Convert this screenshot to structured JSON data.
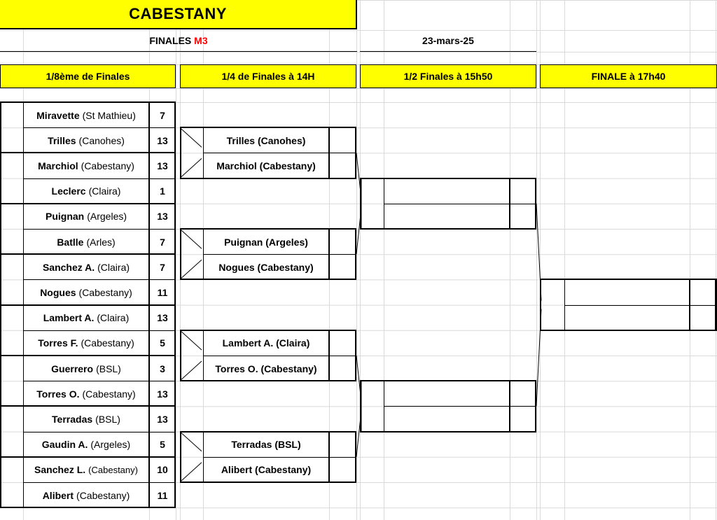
{
  "header": {
    "title": "CABESTANY",
    "subtitle_prefix": "FINALES",
    "subtitle_accent": "M3",
    "date": "23-mars-25",
    "accent_color": "#ff0000",
    "highlight_color": "#ffff00"
  },
  "rounds": [
    {
      "label": "1/8ème de Finales"
    },
    {
      "label": "1/4 de Finales à 14H"
    },
    {
      "label": "1/2 Finales à 15h50"
    },
    {
      "label": "FINALE à 17h40"
    }
  ],
  "round_of_16": [
    {
      "name": "Miravette",
      "club": "(St Mathieu)",
      "score": "7"
    },
    {
      "name": "Trilles",
      "club": "(Canohes)",
      "score": "13"
    },
    {
      "name": "Marchiol",
      "club": "(Cabestany)",
      "score": "13"
    },
    {
      "name": "Leclerc",
      "club": "(Claira)",
      "score": "1"
    },
    {
      "name": "Puignan",
      "club": "(Argeles)",
      "score": "13"
    },
    {
      "name": "Batlle",
      "club": "(Arles)",
      "score": "7"
    },
    {
      "name": "Sanchez A.",
      "club": "(Claira)",
      "score": "7"
    },
    {
      "name": "Nogues",
      "club": "(Cabestany)",
      "score": "11"
    },
    {
      "name": "Lambert A.",
      "club": "(Claira)",
      "score": "13"
    },
    {
      "name": "Torres F.",
      "club": "(Cabestany)",
      "score": "5"
    },
    {
      "name": "Guerrero",
      "club": "(BSL)",
      "score": "3"
    },
    {
      "name": "Torres O.",
      "club": "(Cabestany)",
      "score": "13"
    },
    {
      "name": "Terradas",
      "club": "(BSL)",
      "score": "13"
    },
    {
      "name": "Gaudin A.",
      "club": "(Argeles)",
      "score": "5"
    },
    {
      "name": "Sanchez L.",
      "club": "(Cabestany)",
      "score": "10"
    },
    {
      "name": "Alibert",
      "club": "(Cabestany)",
      "score": "11"
    }
  ],
  "quarter_finals": [
    {
      "name": "Trilles (Canohes)",
      "score": ""
    },
    {
      "name": "Marchiol (Cabestany)",
      "score": ""
    },
    {
      "name": "Puignan (Argeles)",
      "score": ""
    },
    {
      "name": "Nogues (Cabestany)",
      "score": ""
    },
    {
      "name": "Lambert A. (Claira)",
      "score": ""
    },
    {
      "name": "Torres O. (Cabestany)",
      "score": ""
    },
    {
      "name": "Terradas (BSL)",
      "score": ""
    },
    {
      "name": "Alibert (Cabestany)",
      "score": ""
    }
  ],
  "semi_finals": [
    {
      "name": "",
      "score": ""
    },
    {
      "name": "",
      "score": ""
    },
    {
      "name": "",
      "score": ""
    },
    {
      "name": "",
      "score": ""
    }
  ],
  "final": [
    {
      "name": "",
      "score": ""
    },
    {
      "name": "",
      "score": ""
    }
  ]
}
